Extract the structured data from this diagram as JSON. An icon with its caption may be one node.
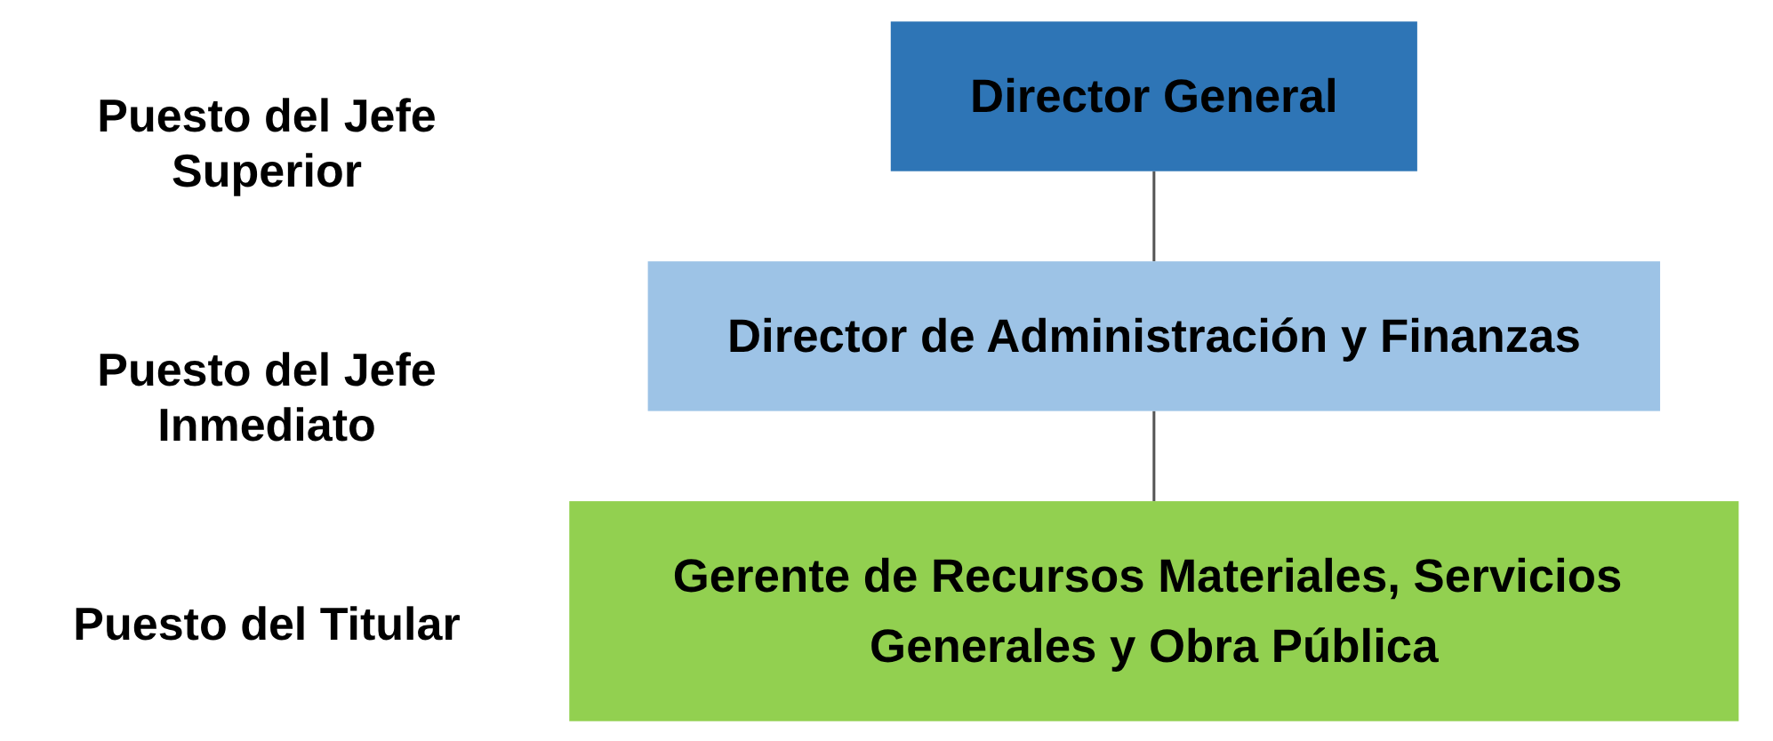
{
  "diagram": {
    "nodes": [
      {
        "text": [
          "Director General"
        ]
      },
      {
        "text": [
          "Director de Administración y Finanzas"
        ]
      },
      {
        "text": [
          "Gerente de Recursos Materiales, Servicios Generales y Obra Pública"
        ]
      }
    ],
    "edges": [
      {
        "from": 0,
        "to": 1,
        "arrow": "none"
      },
      {
        "from": 1,
        "to": 2,
        "arrow": "none"
      }
    ],
    "labels": [
      "Puesto del Jefe Superior",
      "Puesto del Jefe Inmediato",
      "Puesto del Titular"
    ]
  }
}
